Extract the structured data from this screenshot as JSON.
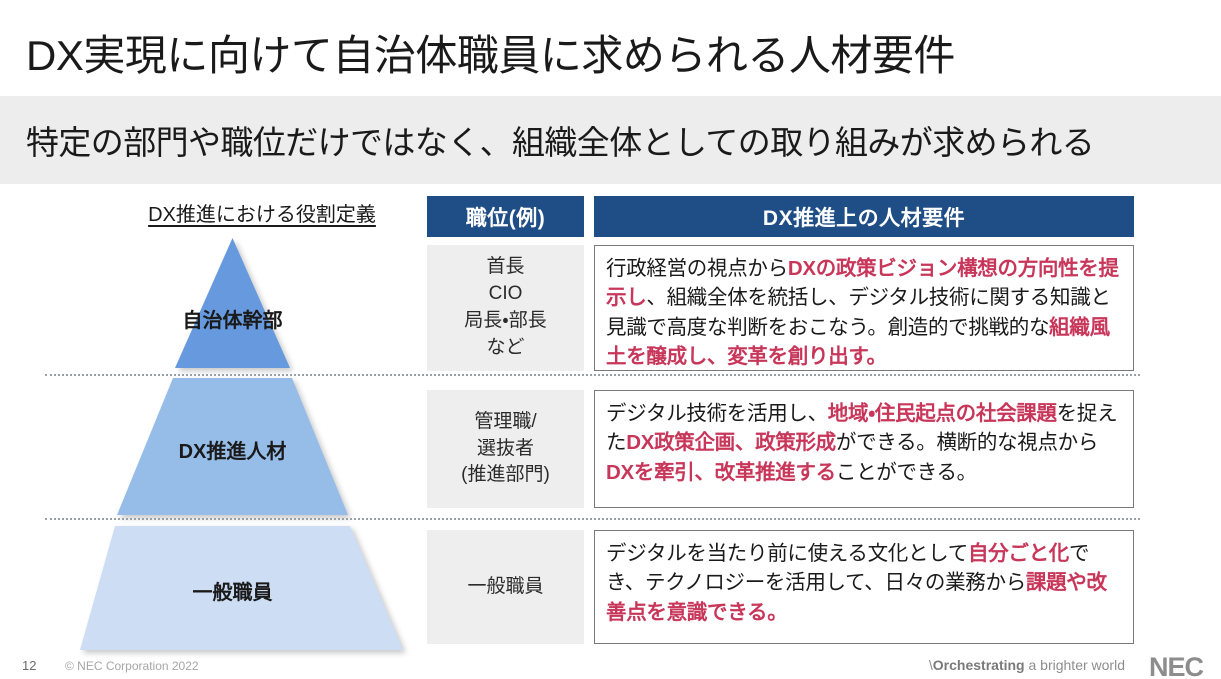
{
  "slide": {
    "title": "DX実現に向けて自治体職員に求められる人材要件",
    "subtitle": "特定の部門や職位だけではなく、組織全体としての取り組みが求められる"
  },
  "colors": {
    "header_blue": "#1F4E87",
    "highlight_red": "#C8365A",
    "band_gray": "#EDEDED",
    "cell_gray": "#EEEEEE",
    "tier_top": "#6699DD",
    "tier_mid": "#96BCE8",
    "tier_bottom": "#CCDDF4"
  },
  "headers": {
    "pyramid": "DX推進における役割定義",
    "position": "職位(例)",
    "requirement": "DX推進上の人材要件"
  },
  "pyramid": {
    "tiers": [
      {
        "label": "自治体幹部",
        "color": "#6699DD"
      },
      {
        "label": "DX推進人材",
        "color": "#96BCE8"
      },
      {
        "label": "一般職員",
        "color": "#CCDDF4"
      }
    ]
  },
  "rows": [
    {
      "position": "首長\nCIO\n局長・部長\nなど",
      "requirement_parts": [
        {
          "text": "行政経営の視点から",
          "highlight": false
        },
        {
          "text": "DXの政策ビジョン構想の方向性を提示し",
          "highlight": true
        },
        {
          "text": "、組織全体を統括し、デジタル技術に関する知識と見識で高度な判断をおこなう。創造的で挑戦的な",
          "highlight": false
        },
        {
          "text": "組織風土を醸成し、変革を創り出す。",
          "highlight": true
        }
      ]
    },
    {
      "position": "管理職/\n選抜者\n(推進部門)",
      "requirement_parts": [
        {
          "text": "デジタル技術を活用し、",
          "highlight": false
        },
        {
          "text": "地域・住民起点の社会課題",
          "highlight": true
        },
        {
          "text": "を捉えた",
          "highlight": false
        },
        {
          "text": "DX政策企画、政策形成",
          "highlight": true
        },
        {
          "text": "ができる。横断的な視点から",
          "highlight": false
        },
        {
          "text": "DXを牽引、改革推進する",
          "highlight": true
        },
        {
          "text": "ことができる。",
          "highlight": false
        }
      ]
    },
    {
      "position": "一般職員",
      "requirement_parts": [
        {
          "text": "デジタルを当たり前に使える文化として",
          "highlight": false
        },
        {
          "text": "自分ごと化",
          "highlight": true
        },
        {
          "text": "でき、テクノロジーを活用して、日々の業務から",
          "highlight": false
        },
        {
          "text": "課題や改善点を意識できる。",
          "highlight": true
        }
      ]
    }
  ],
  "footer": {
    "page_number": "12",
    "copyright": "© NEC Corporation 2022",
    "tagline_slash": "\\",
    "tagline_bold": "Orchestrating",
    "tagline_rest": " a brighter world",
    "logo": "NEC"
  }
}
